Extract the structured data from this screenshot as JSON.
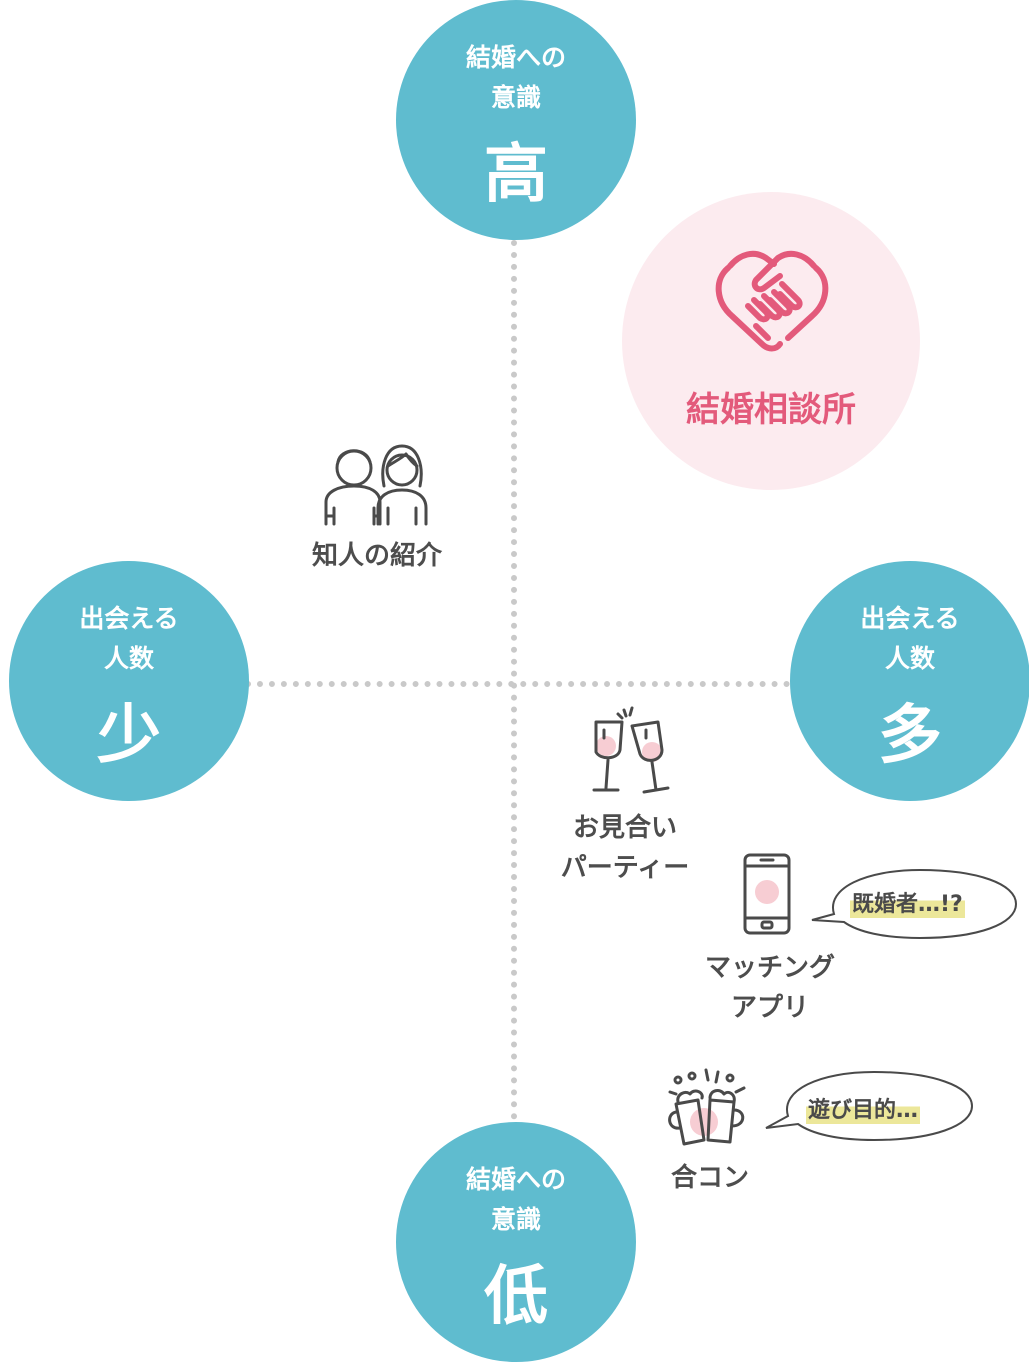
{
  "axis": {
    "top": {
      "label_line1": "結婚への",
      "label_line2": "意識",
      "value": "高"
    },
    "bottom": {
      "label_line1": "結婚への",
      "label_line2": "意識",
      "value": "低"
    },
    "left": {
      "label_line1": "出会える",
      "label_line2": "人数",
      "value": "少"
    },
    "right": {
      "label_line1": "出会える",
      "label_line2": "人数",
      "value": "多"
    }
  },
  "items": {
    "agency": {
      "label": "結婚相談所",
      "icon": "handshake-icon"
    },
    "acquaintance": {
      "label": "知人の紹介",
      "icon": "couple-icon"
    },
    "party": {
      "label_line1": "お見合い",
      "label_line2": "パーティー",
      "icon": "wine-glasses-icon"
    },
    "app": {
      "label_line1": "マッチング",
      "label_line2": "アプリ",
      "icon": "smartphone-icon",
      "comment": "既婚者…!?"
    },
    "gokon": {
      "label": "合コン",
      "icon": "beer-toast-icon",
      "comment": "遊び目的…"
    }
  },
  "colors": {
    "pole": "#5fbccf",
    "agency_bg": "#fcebef",
    "agency_accent": "#e35a7b",
    "axis_dots": "#c9c9c9",
    "highlight": "#ece79a"
  }
}
